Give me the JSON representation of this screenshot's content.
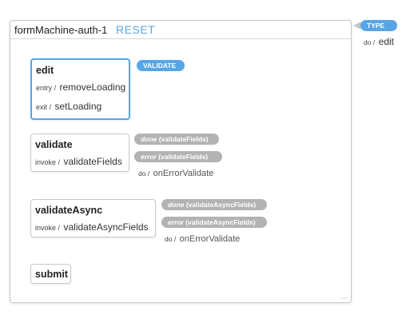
{
  "machine": {
    "title": "formMachine-auth-1",
    "reset_label": "RESET"
  },
  "external_event": {
    "event": "TYPE",
    "action_kw": "do /",
    "action": "edit"
  },
  "states": {
    "edit": {
      "name": "edit",
      "active": true,
      "entry_kw": "entry /",
      "entry": "removeLoading",
      "exit_kw": "exit /",
      "exit": "setLoading",
      "events": [
        {
          "label": "VALIDATE"
        }
      ]
    },
    "validate": {
      "name": "validate",
      "invoke_kw": "invoke /",
      "invoke": "validateFields",
      "events": [
        {
          "kind": "done",
          "src": "(validateFields)"
        },
        {
          "kind": "error",
          "src": "(validateFields)"
        }
      ],
      "error_action_kw": "do /",
      "error_action": "onErrorValidate"
    },
    "validateAsync": {
      "name": "validateAsync",
      "invoke_kw": "invoke /",
      "invoke": "validateAsyncFields",
      "events": [
        {
          "kind": "done",
          "src": "(validateAsyncFields)"
        },
        {
          "kind": "error",
          "src": "(validateAsyncFields)"
        }
      ],
      "error_action_kw": "do /",
      "error_action": "onErrorValidate"
    },
    "submit": {
      "name": "submit"
    }
  },
  "colors": {
    "accent": "#57a5e5",
    "event_gray": "#b3b3b3",
    "edge": "#c4c4c4",
    "border": "#c9c9c9"
  }
}
